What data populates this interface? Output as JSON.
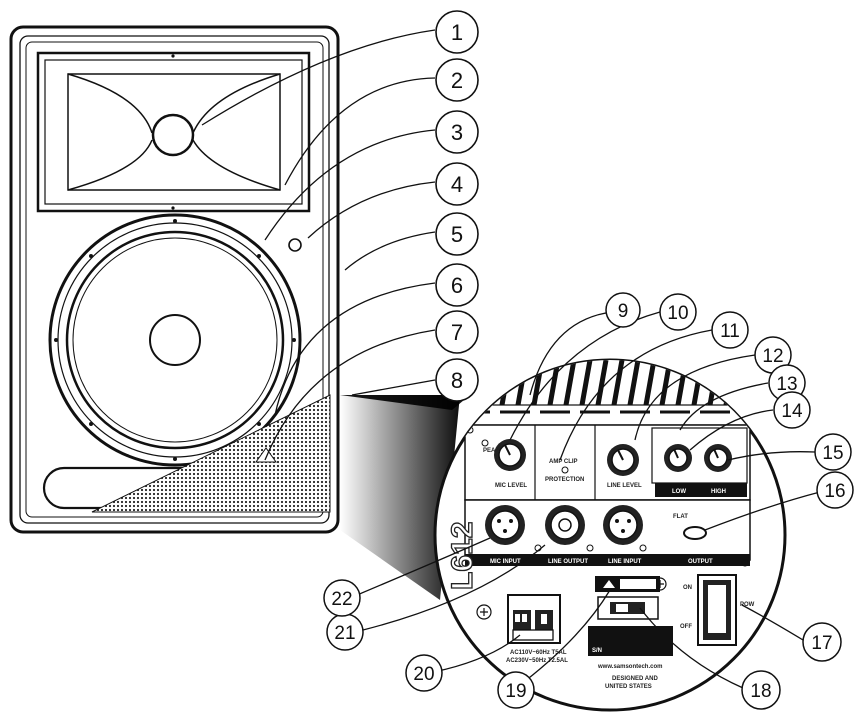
{
  "diagram": {
    "callouts": [
      "1",
      "2",
      "3",
      "4",
      "5",
      "6",
      "7",
      "8",
      "9",
      "10",
      "11",
      "12",
      "13",
      "14",
      "15",
      "16",
      "17",
      "18",
      "19",
      "20",
      "21",
      "22"
    ],
    "model_label": "L612",
    "panel": {
      "mic_level": "MIC LEVEL",
      "amp_clip": "AMP CLIP",
      "protection": "PROTECTION",
      "peak": "PEAK",
      "line_level": "LINE LEVEL",
      "low": "LOW",
      "high": "HIGH",
      "mic_input": "MIC INPUT",
      "line_output": "LINE OUTPUT",
      "line_input": "LINE INPUT",
      "output": "OUTPUT",
      "flat": "FLAT",
      "on": "ON",
      "off": "OFF",
      "power": "POW",
      "voltage_1": "AC110V~60Hz T5AL",
      "voltage_2": "AC230V~50Hz T2.5AL",
      "sn": "S/N",
      "website": "www.samsontech.com",
      "designed_1": "DESIGNED AND",
      "designed_2": "UNITED STATES"
    }
  }
}
